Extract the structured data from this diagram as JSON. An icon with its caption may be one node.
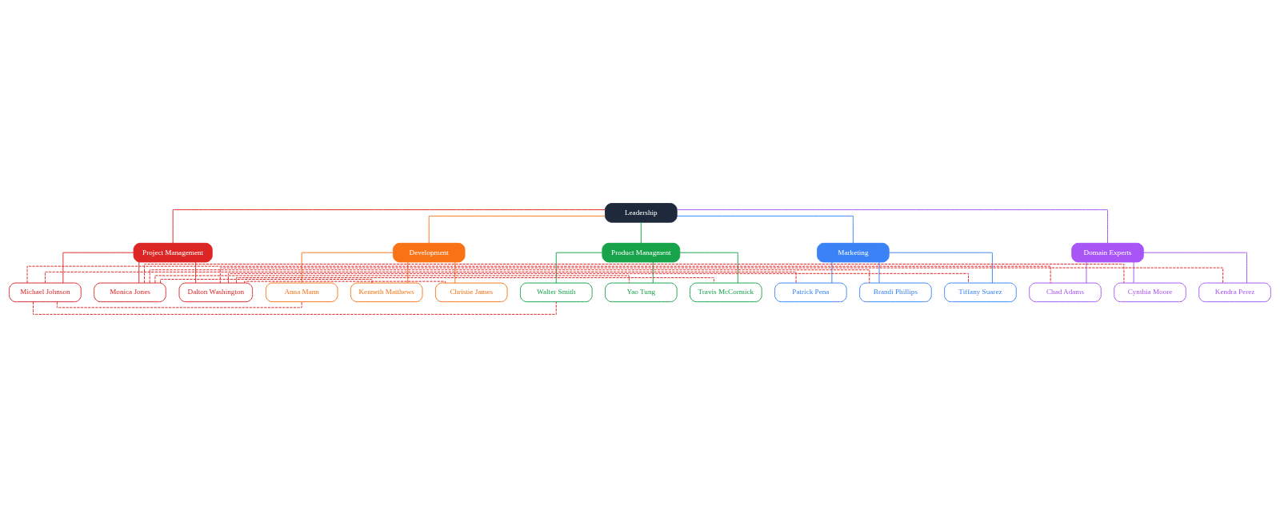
{
  "diagram": {
    "nodes": [
      {
        "text": [
          "Leadership"
        ]
      },
      {
        "text": [
          "Project Management"
        ]
      },
      {
        "text": [
          "Development"
        ]
      },
      {
        "text": [
          "Product Managment"
        ]
      },
      {
        "text": [
          "Marketing"
        ]
      },
      {
        "text": [
          "Domain Experts"
        ]
      },
      {
        "text": [
          "Michael Johnson"
        ]
      },
      {
        "text": [
          "Monica Jones"
        ]
      },
      {
        "text": [
          "Dalton Washington"
        ]
      },
      {
        "text": [
          "Anna Mann"
        ]
      },
      {
        "text": [
          "Walter Smith"
        ]
      },
      {
        "text": [
          "Patrick Pena"
        ]
      },
      {
        "text": [
          "Chad Adams"
        ]
      },
      {
        "text": [
          "Kenneth Matthews"
        ]
      },
      {
        "text": [
          "Yao Tung"
        ]
      },
      {
        "text": [
          "Brandi Phillips"
        ]
      },
      {
        "text": [
          "Cynthia Moore"
        ]
      },
      {
        "text": [
          "Christie James"
        ]
      },
      {
        "text": [
          "Travis McCormick"
        ]
      },
      {
        "text": [
          "Tiffany Suarez"
        ]
      },
      {
        "text": [
          "Kendra Perez"
        ]
      }
    ],
    "edges": [
      {
        "from": 0,
        "to": 1,
        "arrow": "none",
        "color": "#dc2626"
      },
      {
        "from": 0,
        "to": 2,
        "arrow": "none",
        "color": "#f97316"
      },
      {
        "from": 0,
        "to": 3,
        "arrow": "none",
        "color": "#16a34a"
      },
      {
        "from": 0,
        "to": 4,
        "arrow": "none",
        "color": "#3b82f6"
      },
      {
        "from": 0,
        "to": 5,
        "arrow": "none",
        "color": "#a855f7"
      },
      {
        "from": 1,
        "to": 6,
        "arrow": "none",
        "color": "#dc2626"
      },
      {
        "from": 1,
        "to": 7,
        "arrow": "none",
        "color": "#dc2626"
      },
      {
        "from": 1,
        "to": 8,
        "arrow": "none",
        "color": "#dc2626"
      },
      {
        "from": 2,
        "to": 9,
        "arrow": "none",
        "color": "#f97316"
      },
      {
        "from": 2,
        "to": 13,
        "arrow": "none",
        "color": "#f97316"
      },
      {
        "from": 2,
        "to": 17,
        "arrow": "none",
        "color": "#f97316"
      },
      {
        "from": 3,
        "to": 10,
        "arrow": "none",
        "color": "#16a34a"
      },
      {
        "from": 3,
        "to": 14,
        "arrow": "none",
        "color": "#16a34a"
      },
      {
        "from": 3,
        "to": 18,
        "arrow": "none",
        "color": "#16a34a"
      },
      {
        "from": 4,
        "to": 11,
        "arrow": "none",
        "color": "#3b82f6"
      },
      {
        "from": 4,
        "to": 15,
        "arrow": "none",
        "color": "#3b82f6"
      },
      {
        "from": 4,
        "to": 19,
        "arrow": "none",
        "color": "#3b82f6"
      },
      {
        "from": 5,
        "to": 12,
        "arrow": "none",
        "color": "#a855f7"
      },
      {
        "from": 5,
        "to": 16,
        "arrow": "none",
        "color": "#a855f7"
      },
      {
        "from": 5,
        "to": 20,
        "arrow": "none",
        "color": "#a855f7"
      },
      {
        "from": 6,
        "to": 9,
        "arrow": "none",
        "style": "dashed",
        "color": "#dc2626"
      },
      {
        "from": 6,
        "to": 10,
        "arrow": "none",
        "style": "dashed",
        "color": "#dc2626"
      },
      {
        "from": 6,
        "to": 11,
        "arrow": "none",
        "style": "dashed",
        "color": "#dc2626"
      },
      {
        "from": 6,
        "to": 12,
        "arrow": "none",
        "style": "dashed",
        "color": "#dc2626"
      },
      {
        "from": 7,
        "to": 13,
        "arrow": "none",
        "style": "dashed",
        "color": "#dc2626"
      },
      {
        "from": 7,
        "to": 14,
        "arrow": "none",
        "style": "dashed",
        "color": "#dc2626"
      },
      {
        "from": 7,
        "to": 15,
        "arrow": "none",
        "style": "dashed",
        "color": "#dc2626"
      },
      {
        "from": 7,
        "to": 16,
        "arrow": "none",
        "style": "dashed",
        "color": "#dc2626"
      },
      {
        "from": 8,
        "to": 17,
        "arrow": "none",
        "style": "dashed",
        "color": "#dc2626"
      },
      {
        "from": 8,
        "to": 18,
        "arrow": "none",
        "style": "dashed",
        "color": "#dc2626"
      },
      {
        "from": 8,
        "to": 19,
        "arrow": "none",
        "style": "dashed",
        "color": "#dc2626"
      },
      {
        "from": 8,
        "to": 20,
        "arrow": "none",
        "style": "dashed",
        "color": "#dc2626"
      }
    ]
  }
}
